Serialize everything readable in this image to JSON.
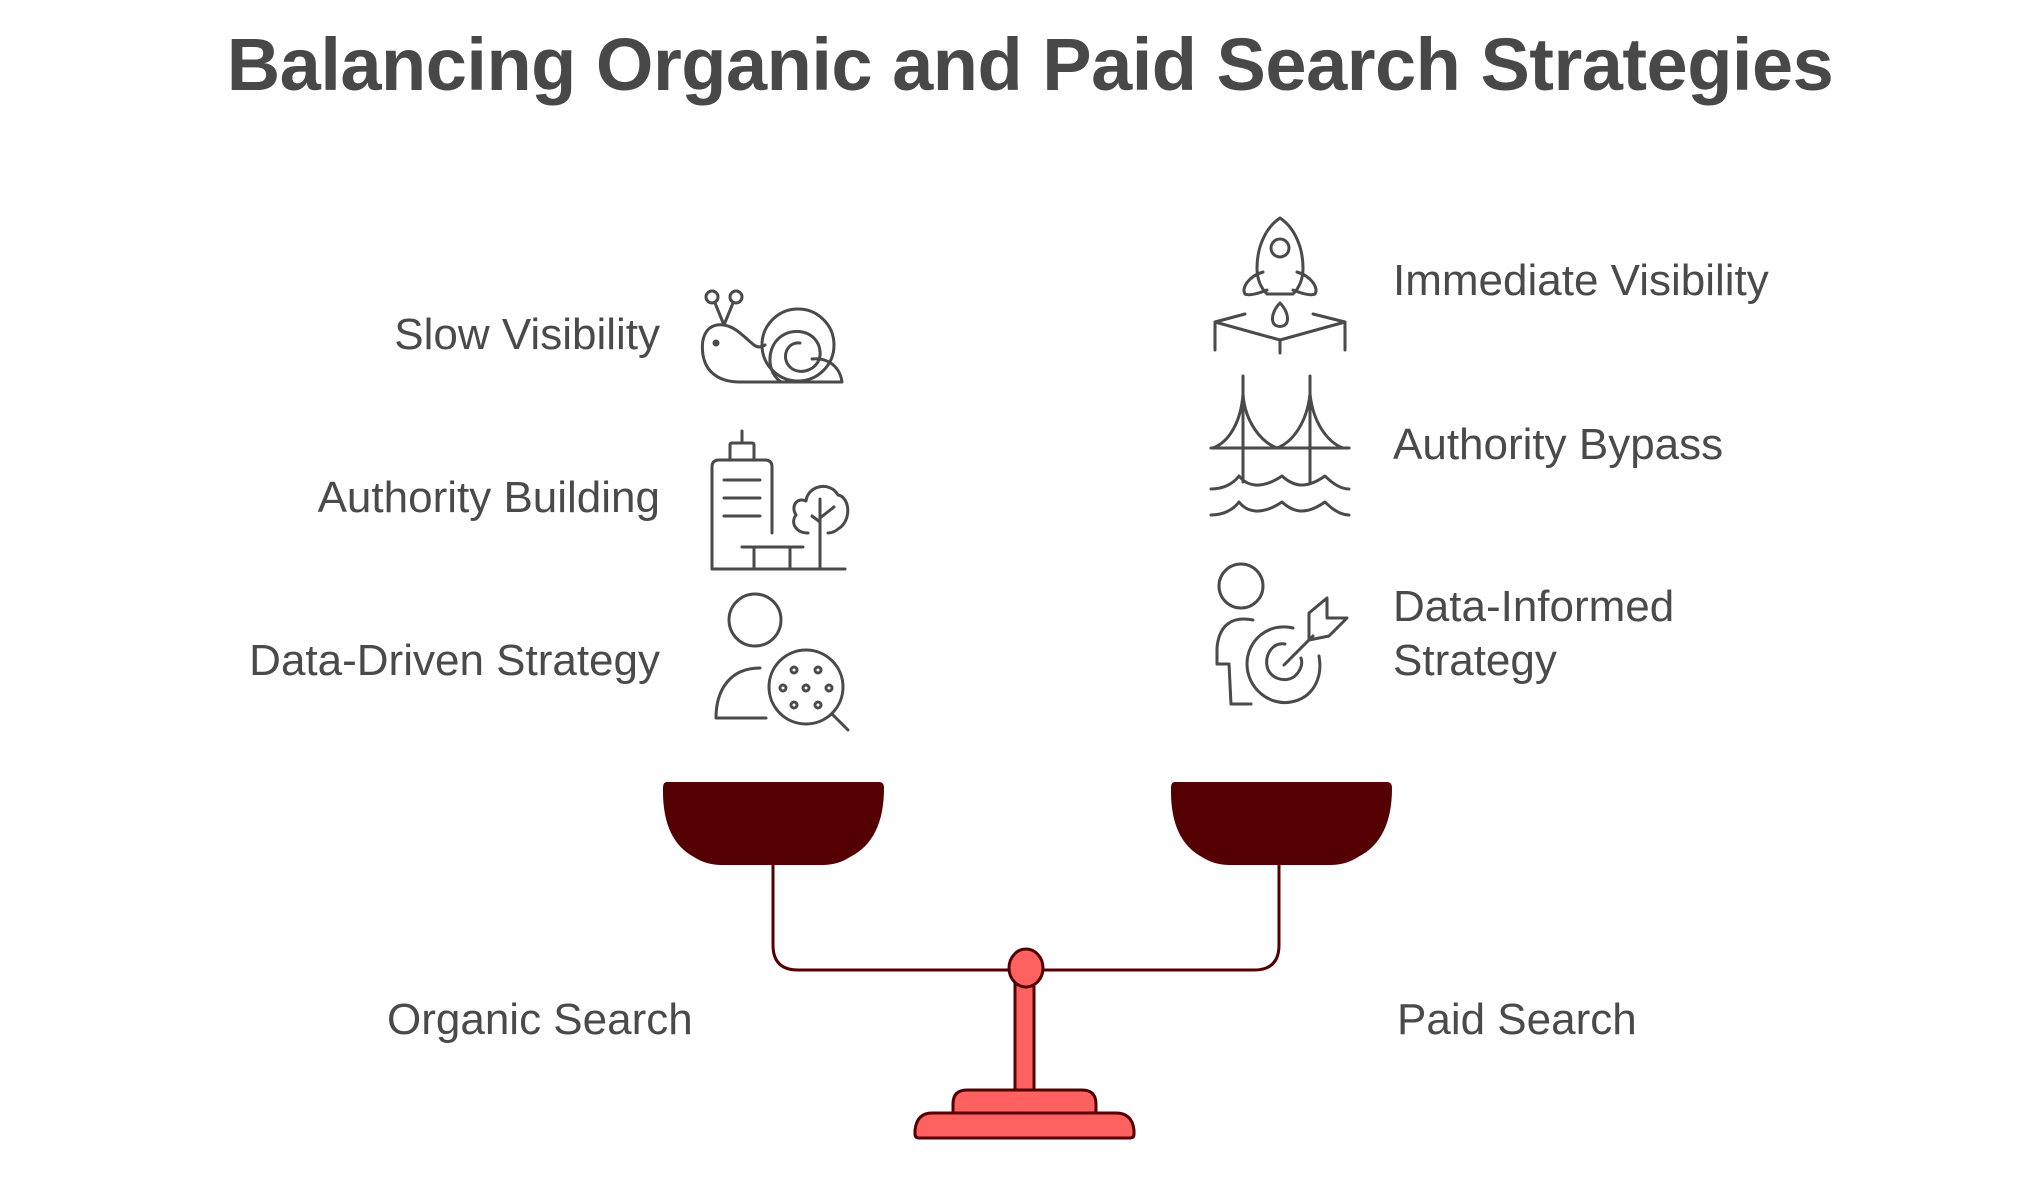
{
  "title": "Balancing Organic and Paid Search Strategies",
  "left_side": {
    "label": "Organic Search",
    "items": [
      {
        "label": "Slow Visibility",
        "icon": "snail-icon"
      },
      {
        "label": "Authority Building",
        "icon": "building-tree-icon"
      },
      {
        "label": "Data-Driven Strategy",
        "icon": "person-magnifier-icon"
      }
    ]
  },
  "right_side": {
    "label": "Paid Search",
    "items": [
      {
        "label": "Immediate Visibility",
        "icon": "rocket-launch-icon"
      },
      {
        "label": "Authority Bypass",
        "icon": "bridge-icon"
      },
      {
        "label": "Data-Informed",
        "label_line2": "Strategy",
        "icon": "person-target-icon"
      }
    ]
  },
  "colors": {
    "text": "#4a4a4a",
    "pan": "#540002",
    "stand": "#ff6161",
    "outline": "#540002"
  }
}
